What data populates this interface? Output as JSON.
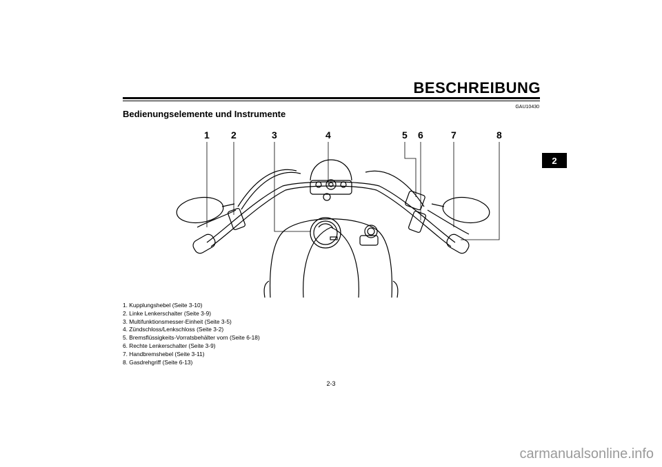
{
  "header": {
    "title": "BESCHREIBUNG"
  },
  "section_tab": "2",
  "code": "GAU10430",
  "section_heading": "Bedienungselemente und Instrumente",
  "callouts": [
    "1",
    "2",
    "3",
    "4",
    "5",
    "6",
    "7",
    "8"
  ],
  "legend": [
    "1. Kupplungshebel (Seite 3-10)",
    "2. Linke Lenkerschalter (Seite 3-9)",
    "3. Multifunktionsmesser-Einheit (Seite 3-5)",
    "4. Zündschloss/Lenkschloss (Seite 3-2)",
    "5. Bremsflüssigkeits-Vorratsbehälter vorn (Seite 6-18)",
    "6. Rechte Lenkerschalter (Seite 3-9)",
    "7. Handbremshebel (Seite 3-11)",
    "8. Gasdrehgriff (Seite 6-13)"
  ],
  "page_number": "2-3",
  "watermark": "carmanualsonline.info"
}
